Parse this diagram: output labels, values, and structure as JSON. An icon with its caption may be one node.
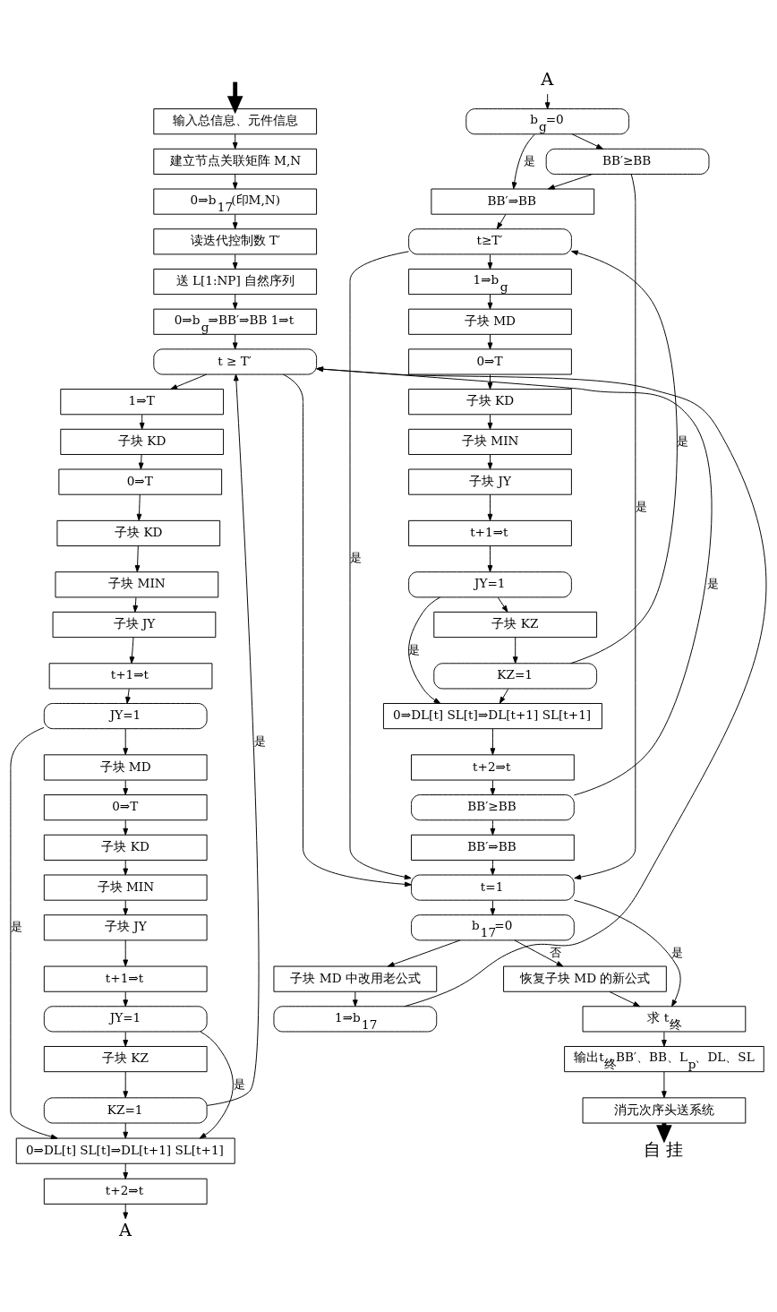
{
  "diagram": {
    "nodes": [
      {
        "text": [
          "输入总信息、元件信息"
        ]
      },
      {
        "text": [
          "建立节点关联矩阵 M,N"
        ]
      },
      {
        "text": [
          "0⇒b$_{17}$(印M,N)"
        ]
      },
      {
        "text": [
          "读迭代控制数 T′"
        ]
      },
      {
        "text": [
          "送 L[1:NP] 自然序列"
        ]
      },
      {
        "text": [
          "0⇒b$_{g}$⇒BB′⇒BB 1⇒t"
        ]
      },
      {
        "text": [
          "t ≥ T′"
        ]
      },
      {
        "text": [
          "1⇒T"
        ]
      },
      {
        "text": [
          "子块 KD"
        ]
      },
      {
        "text": [
          "0⇒T"
        ]
      },
      {
        "text": [
          "子块 KD"
        ]
      },
      {
        "text": [
          "子块 MIN"
        ]
      },
      {
        "text": [
          "子块 JY"
        ]
      },
      {
        "text": [
          "t+1⇒t"
        ]
      },
      {
        "text": [
          "JY=1"
        ]
      },
      {
        "text": [
          "子块 MD"
        ]
      },
      {
        "text": [
          "0⇒T"
        ]
      },
      {
        "text": [
          "子块 KD"
        ]
      },
      {
        "text": [
          "子块 MIN"
        ]
      },
      {
        "text": [
          "子块 JY"
        ]
      },
      {
        "text": [
          "t+1⇒t"
        ]
      },
      {
        "text": [
          "JY=1"
        ]
      },
      {
        "text": [
          "子块 KZ"
        ]
      },
      {
        "text": [
          "KZ=1"
        ]
      },
      {
        "text": [
          "0⇒DL[t] SL[t]⇒DL[t+1] SL[t+1]"
        ]
      },
      {
        "text": [
          "t+2⇒t"
        ]
      },
      {
        "text": [
          "A"
        ]
      },
      {
        "text": [
          "A"
        ]
      },
      {
        "text": [
          "b$_{g}$=0"
        ]
      },
      {
        "text": [
          "BB′≥BB"
        ]
      },
      {
        "text": [
          "BB′⇒BB"
        ]
      },
      {
        "text": [
          "t≥T′"
        ]
      },
      {
        "text": [
          "1⇒b$_{g}$"
        ]
      },
      {
        "text": [
          "子块 MD"
        ]
      },
      {
        "text": [
          "0⇒T"
        ]
      },
      {
        "text": [
          "子块 KD"
        ]
      },
      {
        "text": [
          "子块 MIN"
        ]
      },
      {
        "text": [
          "子块 JY"
        ]
      },
      {
        "text": [
          "t+1⇒t"
        ]
      },
      {
        "text": [
          "JY=1"
        ]
      },
      {
        "text": [
          "子块 KZ"
        ]
      },
      {
        "text": [
          "KZ=1"
        ]
      },
      {
        "text": [
          "0⇒DL[t] SL[t]⇒DL[t+1] SL[t+1]"
        ]
      },
      {
        "text": [
          "t+2⇒t"
        ]
      },
      {
        "text": [
          "BB′≥BB"
        ]
      },
      {
        "text": [
          "BB′⇒BB"
        ]
      },
      {
        "text": [
          "t=1"
        ]
      },
      {
        "text": [
          "b$_{17}$=0"
        ]
      },
      {
        "text": [
          "子块 MD 中改用老公式"
        ]
      },
      {
        "text": [
          "1⇒b$_{17}$"
        ]
      },
      {
        "text": [
          "恢复子块 MD 的新公式"
        ]
      },
      {
        "text": [
          "求 t$_{终}$"
        ]
      },
      {
        "text": [
          "输出t$_{终}$BB′、BB、L$_{p}$、DL、SL"
        ]
      },
      {
        "text": [
          "消元次序头送系统"
        ]
      },
      {
        "text": [
          "自 挂"
        ]
      }
    ],
    "edges": [
      {
        "from": null,
        "to": 0,
        "arrow": "to",
        "style": "thick"
      },
      {
        "from": 0,
        "to": 1,
        "arrow": "to"
      },
      {
        "from": 1,
        "to": 2,
        "arrow": "to"
      },
      {
        "from": 2,
        "to": 3,
        "arrow": "to"
      },
      {
        "from": 3,
        "to": 4,
        "arrow": "to"
      },
      {
        "from": 4,
        "to": 5,
        "arrow": "to"
      },
      {
        "from": 5,
        "to": 6,
        "arrow": "to"
      },
      {
        "from": 6,
        "to": 7,
        "arrow": "to"
      },
      {
        "from": 7,
        "to": 8,
        "arrow": "to"
      },
      {
        "from": 8,
        "to": 9,
        "arrow": "to"
      },
      {
        "from": 9,
        "to": 10,
        "arrow": "to"
      },
      {
        "from": 10,
        "to": 11,
        "arrow": "to"
      },
      {
        "from": 11,
        "to": 12,
        "arrow": "to"
      },
      {
        "from": 12,
        "to": 13,
        "arrow": "to"
      },
      {
        "from": 13,
        "to": 14,
        "arrow": "to"
      },
      {
        "from": 14,
        "to": 15,
        "arrow": "to"
      },
      {
        "from": 15,
        "to": 16,
        "arrow": "to"
      },
      {
        "from": 16,
        "to": 17,
        "arrow": "to"
      },
      {
        "from": 17,
        "to": 18,
        "arrow": "to"
      },
      {
        "from": 18,
        "to": 19,
        "arrow": "to"
      },
      {
        "from": 19,
        "to": 20,
        "arrow": "to"
      },
      {
        "from": 20,
        "to": 21,
        "arrow": "to"
      },
      {
        "from": 21,
        "to": 22,
        "arrow": "to"
      },
      {
        "from": 22,
        "to": 23,
        "arrow": "to"
      },
      {
        "from": 23,
        "to": 24,
        "arrow": "to"
      },
      {
        "from": 24,
        "to": 25,
        "arrow": "to"
      },
      {
        "from": 25,
        "to": 26,
        "arrow": "to"
      },
      {
        "from": 14,
        "to": 24,
        "arrow": "to",
        "label": "是"
      },
      {
        "from": 21,
        "to": 24,
        "arrow": "to",
        "label": "是"
      },
      {
        "from": 23,
        "to": 6,
        "arrow": "to",
        "label": "是"
      },
      {
        "from": 6,
        "to": 46,
        "arrow": "to"
      },
      {
        "from": 27,
        "to": 28,
        "arrow": "to"
      },
      {
        "from": 28,
        "to": 29,
        "arrow": "to"
      },
      {
        "from": 28,
        "to": 30,
        "arrow": "to",
        "label": "是"
      },
      {
        "from": 29,
        "to": 30,
        "arrow": "to"
      },
      {
        "from": 29,
        "to": 46,
        "arrow": "to",
        "label": "是"
      },
      {
        "from": 30,
        "to": 31,
        "arrow": "to"
      },
      {
        "from": 31,
        "to": 46,
        "arrow": "to",
        "label": "是"
      },
      {
        "from": 31,
        "to": 32,
        "arrow": "to"
      },
      {
        "from": 32,
        "to": 33,
        "arrow": "to"
      },
      {
        "from": 33,
        "to": 34,
        "arrow": "to"
      },
      {
        "from": 34,
        "to": 35,
        "arrow": "to"
      },
      {
        "from": 35,
        "to": 36,
        "arrow": "to"
      },
      {
        "from": 36,
        "to": 37,
        "arrow": "to"
      },
      {
        "from": 37,
        "to": 38,
        "arrow": "to"
      },
      {
        "from": 38,
        "to": 39,
        "arrow": "to"
      },
      {
        "from": 39,
        "to": 40,
        "arrow": "to"
      },
      {
        "from": 39,
        "to": 42,
        "arrow": "to",
        "label": "是"
      },
      {
        "from": 40,
        "to": 41,
        "arrow": "to"
      },
      {
        "from": 41,
        "to": 31,
        "arrow": "to",
        "label": "是"
      },
      {
        "from": 41,
        "to": 42,
        "arrow": "to"
      },
      {
        "from": 42,
        "to": 43,
        "arrow": "to"
      },
      {
        "from": 43,
        "to": 44,
        "arrow": "to"
      },
      {
        "from": 44,
        "to": 6,
        "arrow": "to",
        "label": "是"
      },
      {
        "from": 44,
        "to": 45,
        "arrow": "to"
      },
      {
        "from": 45,
        "to": 46,
        "arrow": "to"
      },
      {
        "from": 46,
        "to": 51,
        "arrow": "to",
        "label": "是"
      },
      {
        "from": 46,
        "to": 47,
        "arrow": "to"
      },
      {
        "from": 47,
        "to": 50,
        "arrow": "to",
        "label": "否"
      },
      {
        "from": 47,
        "to": 48,
        "arrow": "to"
      },
      {
        "from": 48,
        "to": 49,
        "arrow": "to"
      },
      {
        "from": 49,
        "to": 6,
        "arrow": "to"
      },
      {
        "from": 50,
        "to": 51,
        "arrow": "to"
      },
      {
        "from": 51,
        "to": 52,
        "arrow": "to"
      },
      {
        "from": 52,
        "to": 53,
        "arrow": "to"
      },
      {
        "from": 53,
        "to": 54,
        "arrow": "to",
        "style": "thick"
      }
    ]
  }
}
